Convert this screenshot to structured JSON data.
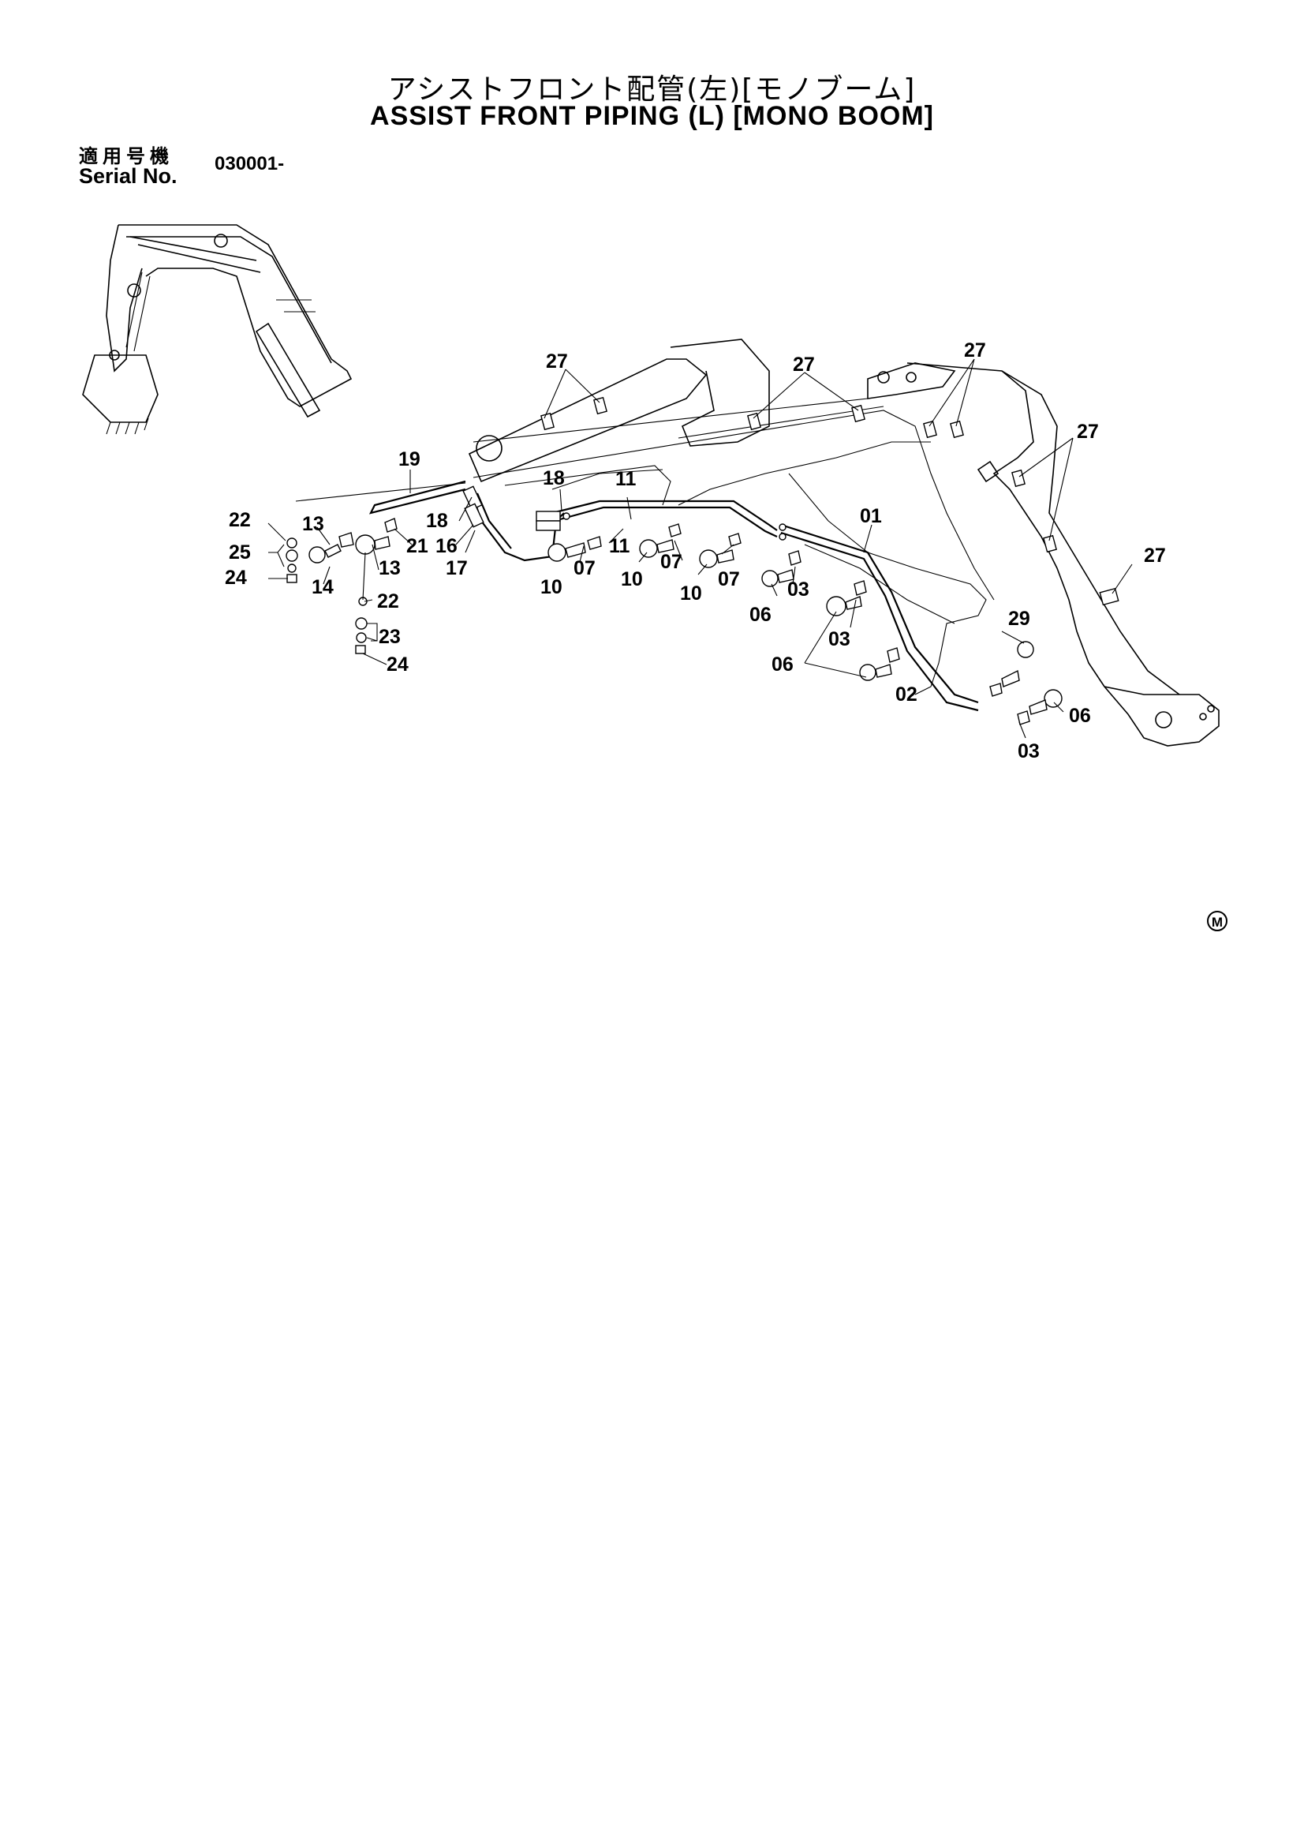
{
  "header": {
    "title_jp": "アシストフロント配管(左)[モノブーム]",
    "title_en": "ASSIST FRONT PIPING (L) [MONO BOOM]"
  },
  "serial": {
    "label_jp": "適用号機",
    "label_en": "Serial No.",
    "value": "030001-"
  },
  "callouts": {
    "c27a": "27",
    "c27b": "27",
    "c27c": "27",
    "c27d": "27",
    "c27e": "27",
    "c19": "19",
    "c18a": "18",
    "c11a": "11",
    "c01": "01",
    "c22a": "22",
    "c13a": "13",
    "c18b": "18",
    "c21": "21",
    "c16": "16",
    "c25": "25",
    "c24a": "24",
    "c14": "14",
    "c13b": "13",
    "c17": "17",
    "c11b": "11",
    "c07a": "07",
    "c07b": "07",
    "c07c": "07",
    "c10a": "10",
    "c10b": "10",
    "c10c": "10",
    "c03a": "03",
    "c06a": "06",
    "c03b": "03",
    "c29": "29",
    "c22b": "22",
    "c23": "23",
    "c24b": "24",
    "c06b": "06",
    "c02": "02",
    "c06c": "06",
    "c03c": "03"
  },
  "mark": "M"
}
